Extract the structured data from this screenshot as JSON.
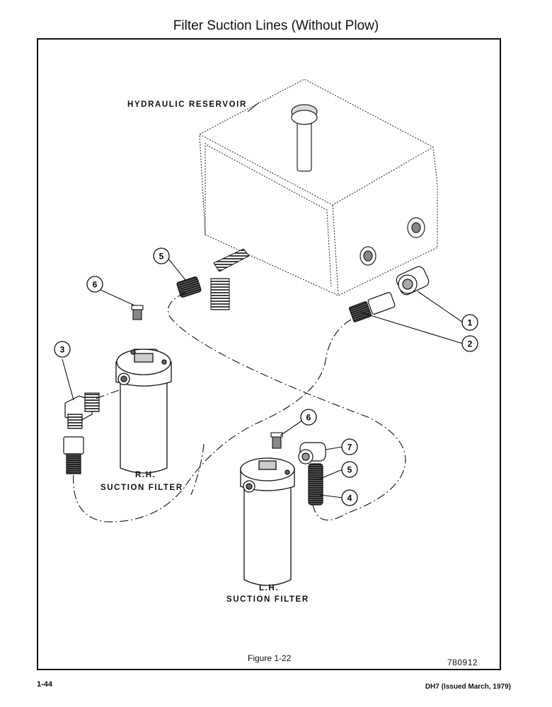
{
  "page": {
    "title": "Filter Suction Lines (Without Plow)",
    "figure_caption": "Figure 1-22",
    "drawing_number": "780912",
    "page_number": "1-44",
    "document_issue": "DH7 (Issued March, 1979)"
  },
  "labels": {
    "reservoir": "HYDRAULIC RESERVOIR",
    "rh_filter_line1": "R.H.",
    "rh_filter_line2": "SUCTION FILTER",
    "lh_filter_line1": "L.H.",
    "lh_filter_line2": "SUCTION FILTER"
  },
  "callouts": [
    "1",
    "2",
    "3",
    "4",
    "5",
    "5",
    "6",
    "6",
    "7"
  ]
}
